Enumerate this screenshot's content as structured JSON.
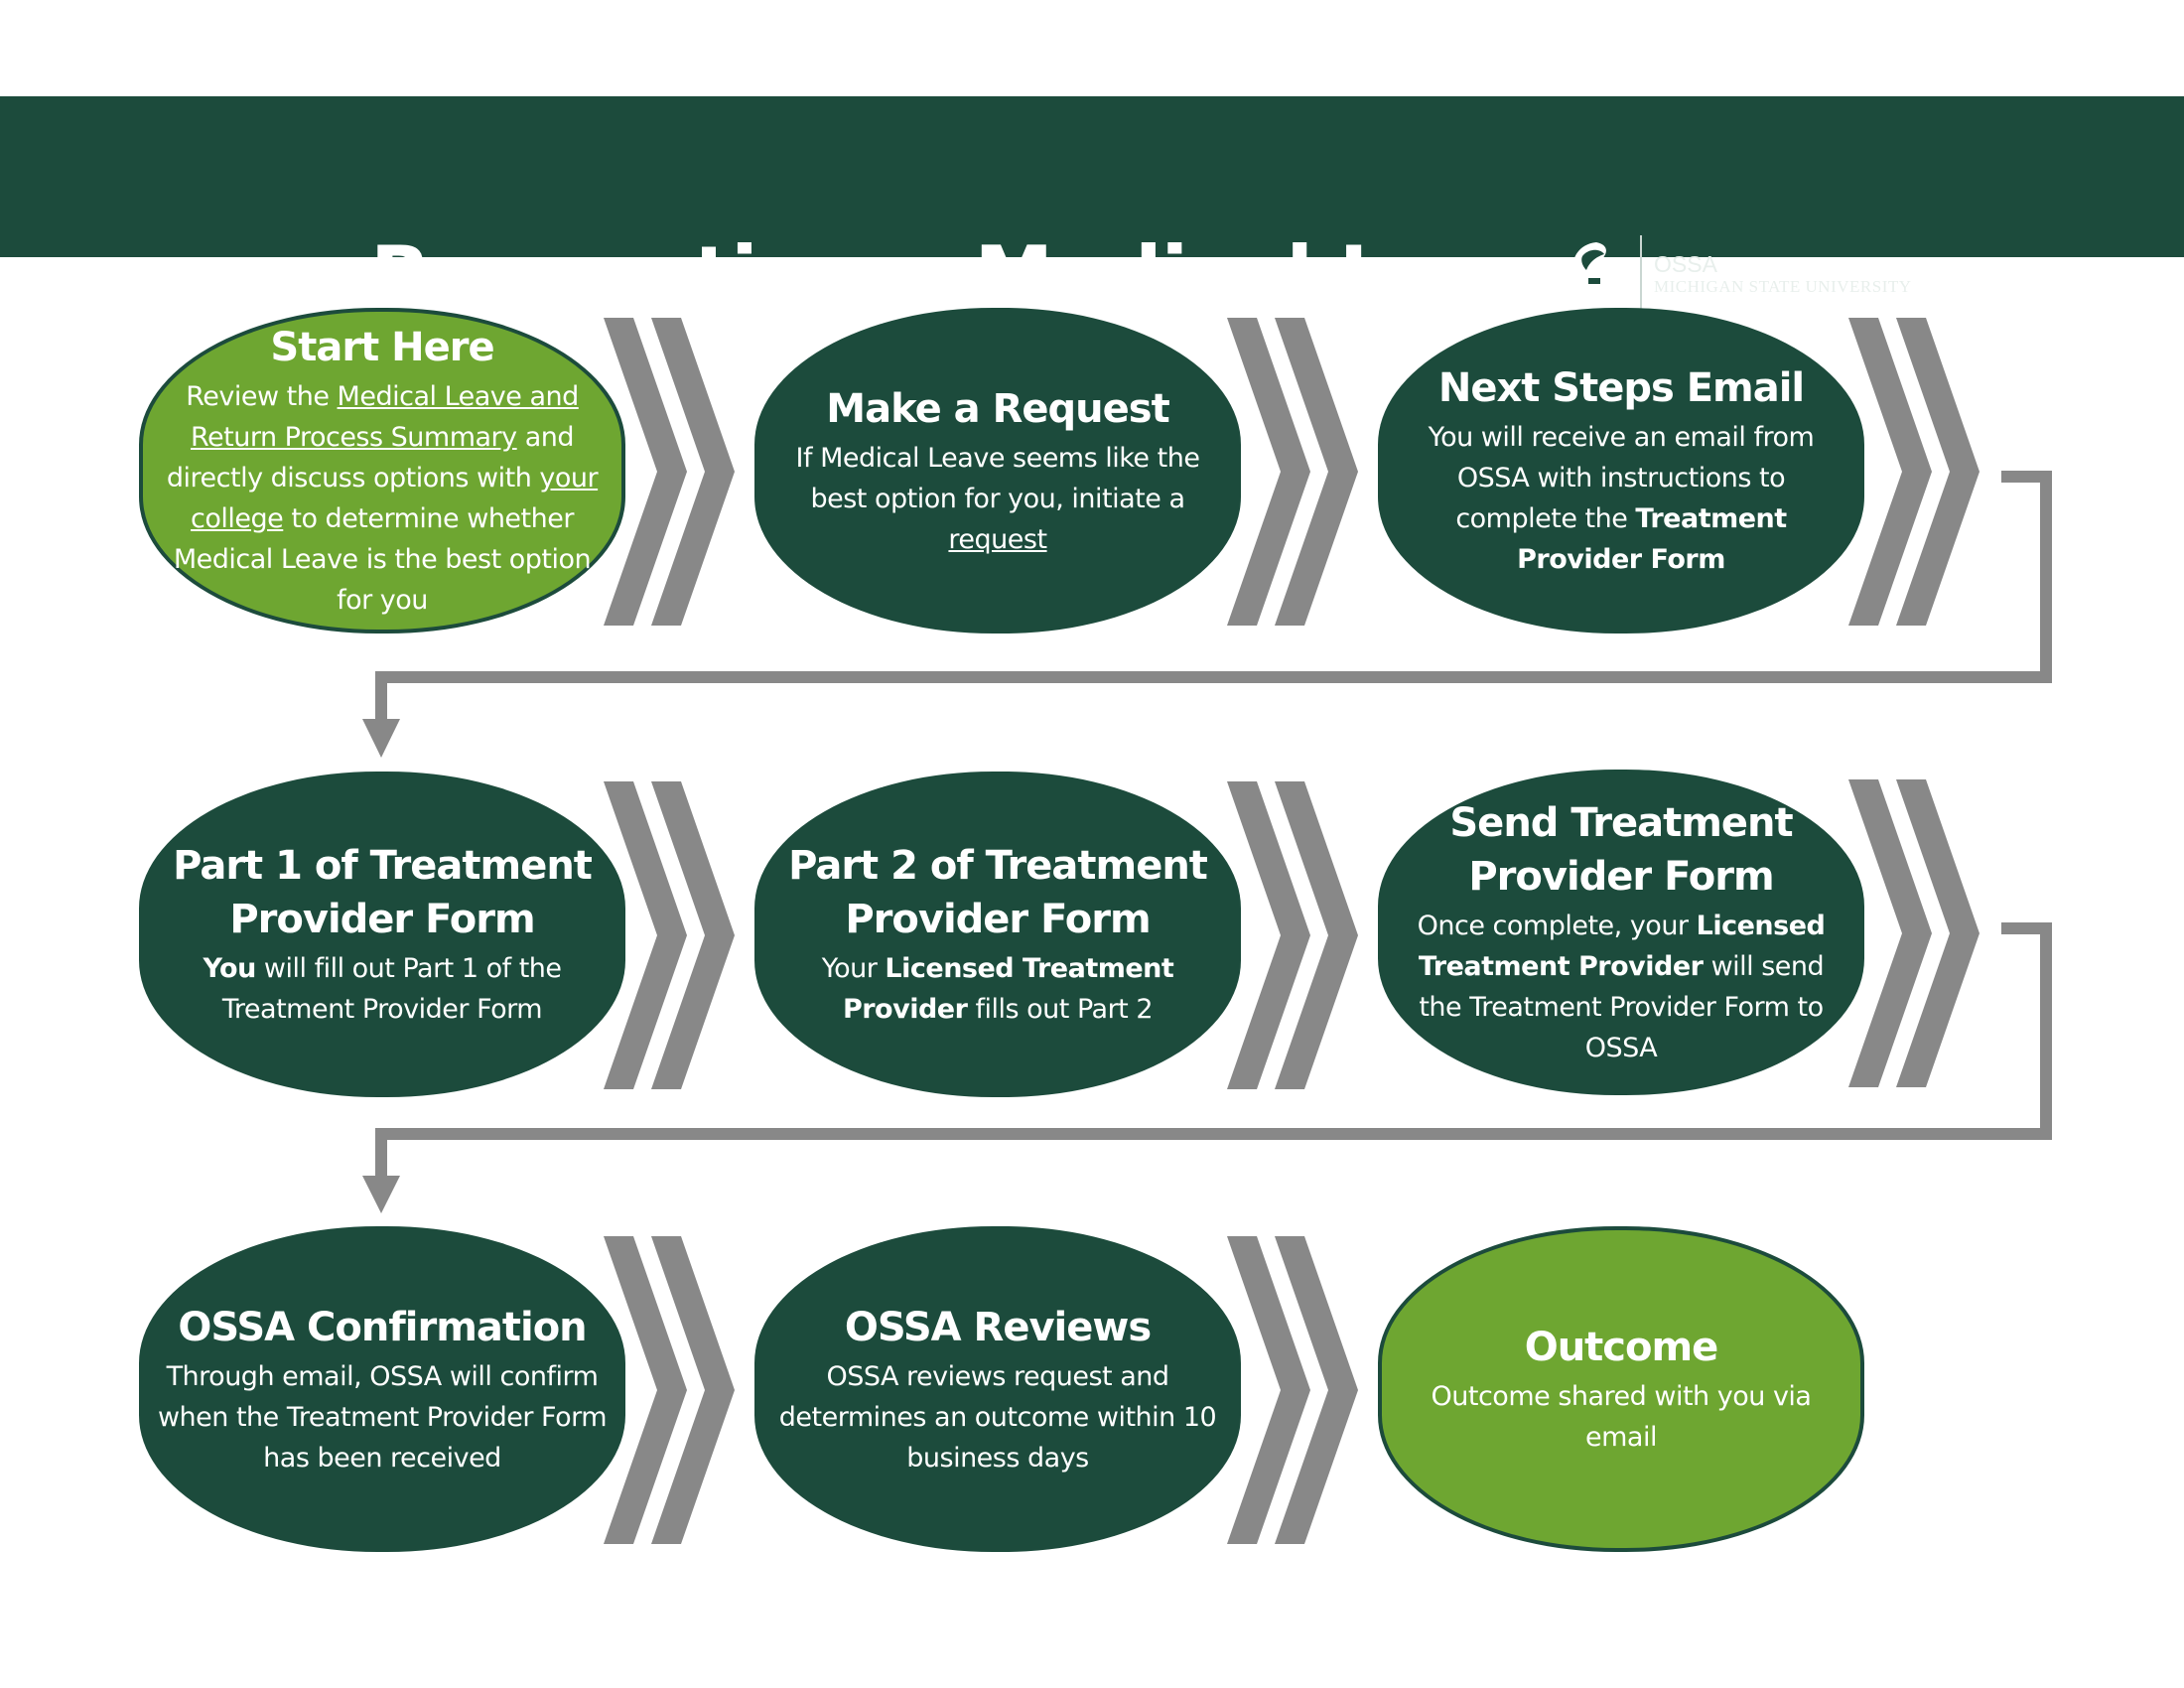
{
  "header": {
    "title": "Requesting a Medical Leave",
    "logo_acronym": "OSSA",
    "logo_university": "MICHIGAN STATE UNIVERSITY",
    "background_color": "#1c4b3c"
  },
  "colors": {
    "dark_green": "#1c4b3c",
    "light_green": "#6ea631",
    "arrow_gray": "#888888"
  },
  "steps": [
    {
      "title": "Start Here",
      "variant": "light",
      "body": [
        {
          "t": "Review the "
        },
        {
          "t": "Medical Leave and Return Process Summary",
          "s": "u"
        },
        {
          "t": " and directly discuss options with "
        },
        {
          "t": "your college",
          "s": "u"
        },
        {
          "t": " to determine whether Medical Leave is the best option for you"
        }
      ]
    },
    {
      "title": "Make a Request",
      "variant": "dark",
      "body": [
        {
          "t": "If Medical Leave seems like the best option for you, initiate a "
        },
        {
          "t": "request",
          "s": "u"
        }
      ]
    },
    {
      "title": "Next Steps Email",
      "variant": "dark",
      "body": [
        {
          "t": "You will receive an email from OSSA with instructions to complete the "
        },
        {
          "t": "Treatment Provider Form",
          "s": "b"
        }
      ]
    },
    {
      "title": "Part 1 of Treatment Provider Form",
      "variant": "dark",
      "body": [
        {
          "t": "You",
          "s": "b"
        },
        {
          "t": " will fill out Part 1 of the Treatment Provider Form"
        }
      ]
    },
    {
      "title": "Part 2 of Treatment Provider Form",
      "variant": "dark",
      "body": [
        {
          "t": "Your "
        },
        {
          "t": "Licensed Treatment Provider",
          "s": "b"
        },
        {
          "t": " fills out Part 2"
        }
      ]
    },
    {
      "title": "Send Treatment Provider Form",
      "variant": "dark",
      "body": [
        {
          "t": "Once complete, your "
        },
        {
          "t": "Licensed Treatment Provider",
          "s": "b"
        },
        {
          "t": " will send the Treatment Provider Form to OSSA"
        }
      ]
    },
    {
      "title": "OSSA Confirmation",
      "variant": "dark",
      "body": [
        {
          "t": "Through email, OSSA will confirm when the Treatment Provider Form has been received"
        }
      ]
    },
    {
      "title": "OSSA Reviews",
      "variant": "dark",
      "body": [
        {
          "t": "OSSA reviews request and determines an outcome within 10 business days"
        }
      ]
    },
    {
      "title": "Outcome",
      "variant": "light",
      "body": [
        {
          "t": "Outcome shared with you via email"
        }
      ]
    }
  ]
}
